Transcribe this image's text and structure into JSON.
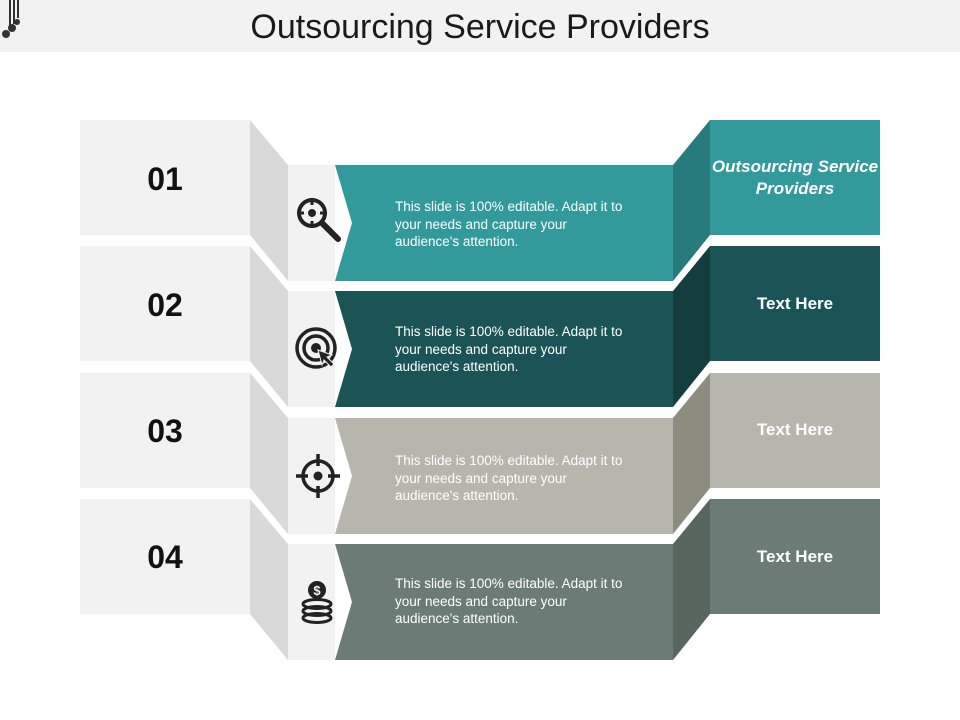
{
  "title": "Outsourcing Service Providers",
  "colors": {
    "header_bg": "#f2f2f2",
    "panel_light": "#f2f2f2",
    "panel_side": "#d9d9d9",
    "row_colors": [
      "#339a9c",
      "#1b5456",
      "#b6b6ad",
      "#6a7c75"
    ],
    "row_dark_colors": [
      "#287b7d",
      "#133d3e",
      "#8c8c7f",
      "#57665f"
    ]
  },
  "rows": [
    {
      "number": "01",
      "icon": "magnifier-target-icon",
      "description": "This slide is 100% editable. Adapt it to your needs and capture your audience's attention.",
      "label": "Outsourcing Service Providers"
    },
    {
      "number": "02",
      "icon": "target-cursor-icon",
      "description": "This slide is 100% editable. Adapt it to your needs and capture your audience's attention.",
      "label": "Text Here"
    },
    {
      "number": "03",
      "icon": "crosshair-icon",
      "description": "This slide is 100% editable. Adapt it to your needs and capture your audience's attention.",
      "label": "Text Here"
    },
    {
      "number": "04",
      "icon": "dollar-coins-icon",
      "description": "This slide is 100% editable. Adapt it to your needs and capture your audience's attention.",
      "label": "Text Here"
    }
  ]
}
